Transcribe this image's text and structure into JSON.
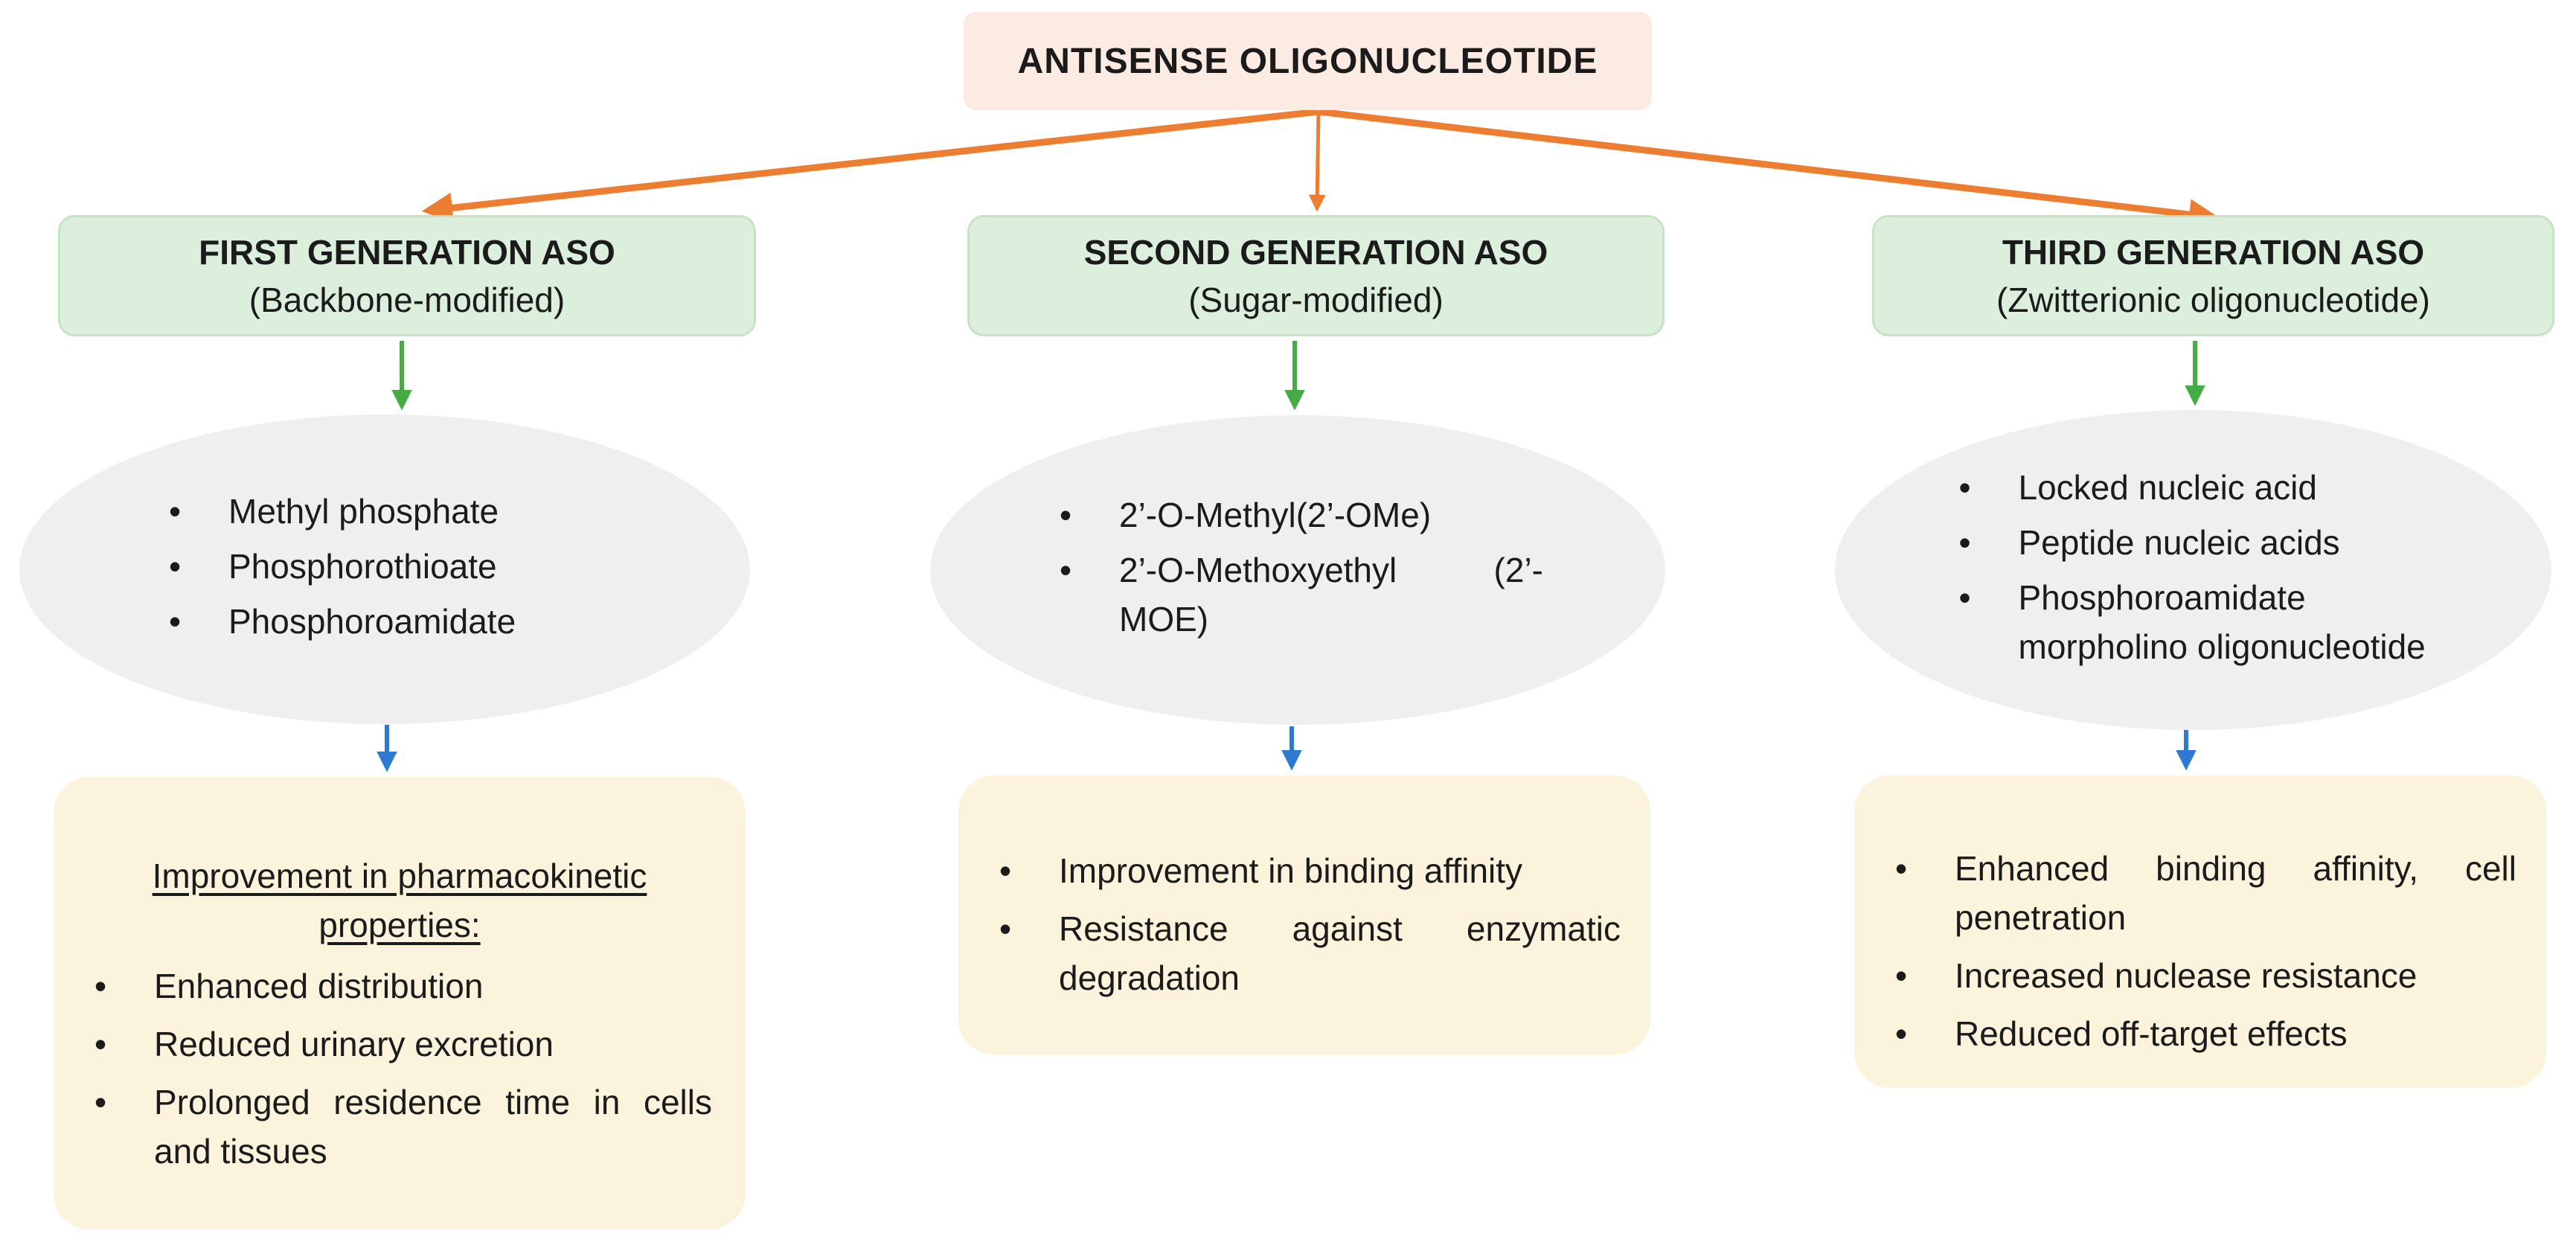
{
  "root": {
    "title": "ANTISENSE OLIGONUCLEOTIDE"
  },
  "colors": {
    "title_box_bg": "#FCEBE2",
    "generation_box_bg": "#DCEEDC",
    "generation_box_border": "#C6E3C4",
    "ellipse_bg": "#EFEFEF",
    "properties_box_bg": "#FBF3DC",
    "orange_arrow": "#ED7D31",
    "green_arrow": "#45AC45",
    "blue_arrow": "#2E79D2",
    "text": "#1B1B1B"
  },
  "columns": [
    {
      "header": "FIRST GENERATION ASO",
      "subheader": "(Backbone-modified)",
      "modifications": [
        "Methyl phosphate",
        "Phosphorothioate",
        "Phosphoroamidate"
      ],
      "properties_heading": "Improvement in pharmacokinetic properties:",
      "properties": [
        "Enhanced distribution",
        "Reduced urinary excretion",
        "Prolonged residence time in cells and tissues"
      ]
    },
    {
      "header": "SECOND GENERATION ASO",
      "subheader": "(Sugar-modified)",
      "modifications": [
        "2’-O-Methyl(2’-OMe)",
        "2’-O-Methoxyethyl (2’-MOE)"
      ],
      "properties": [
        "Improvement in binding affinity",
        "Resistance against enzymatic degradation"
      ]
    },
    {
      "header": "THIRD GENERATION ASO",
      "subheader": "(Zwitterionic oligonucleotide)",
      "modifications": [
        "Locked nucleic acid",
        "Peptide nucleic acids",
        "Phosphoroamidate morpholino oligonucleotide"
      ],
      "properties": [
        "Enhanced binding affinity, cell penetration",
        "Increased nuclease resistance",
        "Reduced off-target effects"
      ]
    }
  ]
}
